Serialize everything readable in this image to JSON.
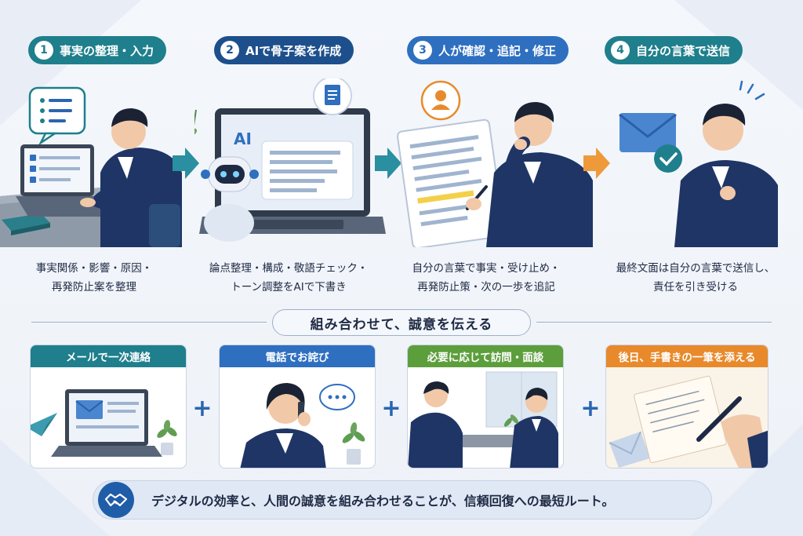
{
  "colors": {
    "teal": "#1f7f8c",
    "navy": "#1d4f8c",
    "blue": "#2e6fc0",
    "green": "#5d9e3c",
    "orange": "#e88a2c"
  },
  "steps": [
    {
      "number": "1",
      "title": "事実の整理・入力",
      "caption_lines": [
        "事実関係・影響・原因・",
        "再発防止案を整理"
      ]
    },
    {
      "number": "2",
      "title": "AIで骨子案を作成",
      "caption_lines": [
        "論点整理・構成・敬語チェック・",
        "トーン調整をAIで下書き"
      ]
    },
    {
      "number": "3",
      "title": "人が確認・追記・修正",
      "caption_lines": [
        "自分の言葉で事実・受け止め・",
        "再発防止策・次の一歩を追記"
      ]
    },
    {
      "number": "4",
      "title": "自分の言葉で送信",
      "caption_lines": [
        "最終文面は自分の言葉で送信し、",
        "責任を引き受ける"
      ]
    }
  ],
  "screen_text": {
    "ai_label": "AI"
  },
  "middle_title": "組み合わせて、誠意を伝える",
  "cards": [
    {
      "title": "メールで一次連絡"
    },
    {
      "title": "電話でお詫び"
    },
    {
      "title": "必要に応じて訪問・面談"
    },
    {
      "title": "後日、手書きの一筆を添える"
    }
  ],
  "plus_sign": "+",
  "footer": {
    "text": "デジタルの効率と、人間の誠意を組み合わせることが、信頼回復への最短ルート。"
  },
  "icons": [
    "list-bubble-icon",
    "document-bubble-icon",
    "person-bubble-icon",
    "envelope-check-icon",
    "arrow-right-icon",
    "handshake-icon",
    "paper-plane-icon",
    "speech-dots-icon",
    "pen-icon",
    "plant-icon",
    "robot-icon"
  ]
}
